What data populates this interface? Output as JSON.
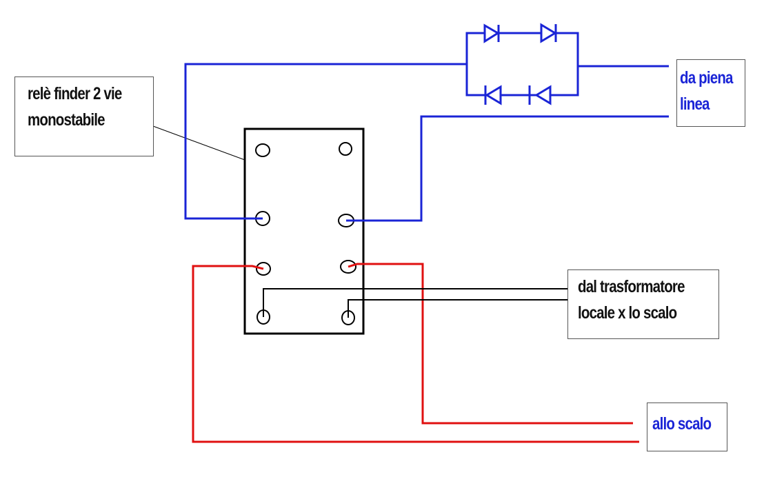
{
  "labels": {
    "relay": {
      "line1": "relè finder 2 vie",
      "line2": "monostabile"
    },
    "power_line": {
      "line1": "da piena",
      "line2": "linea"
    },
    "transformer": {
      "line1": "dal trasformatore",
      "line2": "locale x lo scalo"
    },
    "scale": {
      "line1": "allo scalo"
    }
  },
  "colors": {
    "blue_wire": "#1a24d6",
    "red_wire": "#e01010",
    "black_wire": "#000000",
    "label_blue": "#1a24d6"
  }
}
